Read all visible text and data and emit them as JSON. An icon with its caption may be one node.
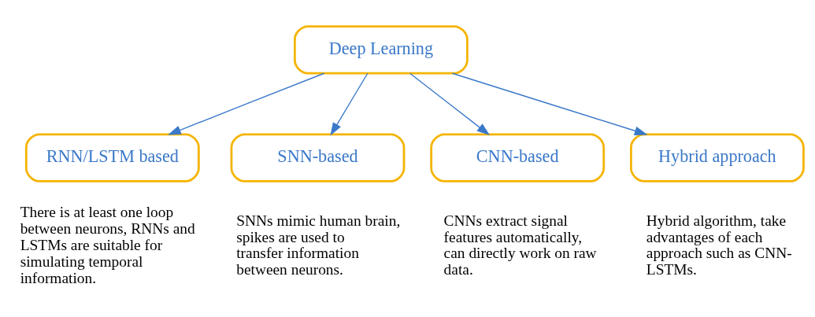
{
  "diagram": {
    "nodes": [
      {
        "text": [
          "Deep Learning"
        ]
      },
      {
        "text": [
          "RNN/LSTM based"
        ],
        "beside": [
          "There is at least one loop between neurons, RNNs and LSTMs are suitable for simulating temporal information."
        ]
      },
      {
        "text": [
          "SNN-based"
        ],
        "beside": [
          "SNNs mimic human brain, spikes are used to transfer information between neurons."
        ]
      },
      {
        "text": [
          "CNN-based"
        ],
        "beside": [
          "CNNs extract signal features automatically, can directly work on raw data."
        ]
      },
      {
        "text": [
          "Hybrid approach"
        ],
        "beside": [
          "Hybrid algorithm, take advantages of each approach such as CNN-LSTMs."
        ]
      }
    ],
    "edges": [
      {
        "from": 0,
        "to": 1,
        "arrow": "to"
      },
      {
        "from": 0,
        "to": 2,
        "arrow": "to"
      },
      {
        "from": 0,
        "to": 3,
        "arrow": "to"
      },
      {
        "from": 0,
        "to": 4,
        "arrow": "to"
      }
    ]
  }
}
